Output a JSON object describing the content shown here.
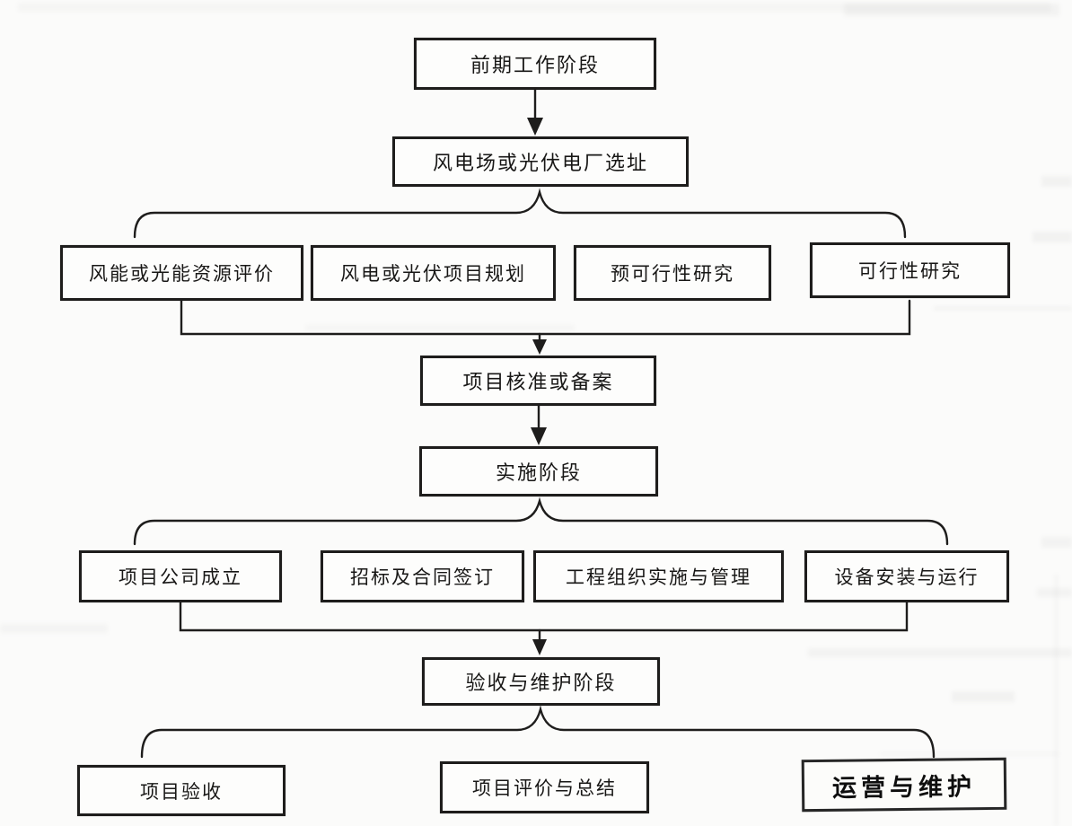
{
  "diagram": {
    "type": "flowchart",
    "language": "zh",
    "colors": {
      "ink": "#1e1d1c",
      "paper": "#fbfbfa"
    },
    "nodes": {
      "early_work_phase": "前期工作阶段",
      "site_selection": "风电场或光伏电厂选址",
      "early_work_tasks": [
        "风能或光能资源评价",
        "风电或光伏项目规划",
        "预可行性研究",
        "可行性研究"
      ],
      "project_approval": "项目核准或备案",
      "implementation_phase": "实施阶段",
      "implementation_tasks": [
        "项目公司成立",
        "招标及合同签订",
        "工程组织实施与管理",
        "设备安装与运行"
      ],
      "acceptance_maintenance_phase": "验收与维护阶段",
      "acceptance_tasks": [
        "项目验收",
        "项目评价与总结",
        "运营与维护"
      ]
    }
  }
}
